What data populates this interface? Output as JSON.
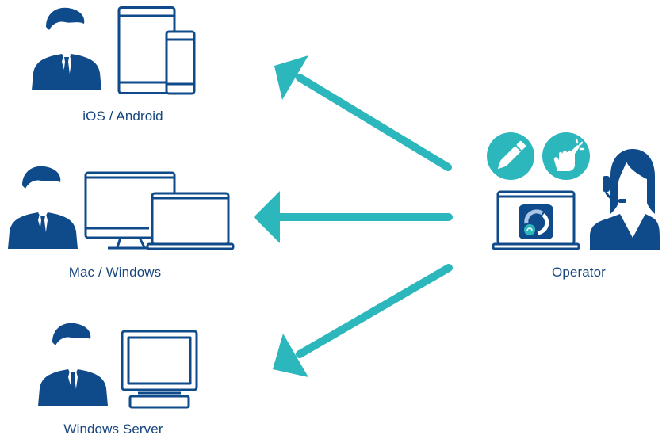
{
  "colors": {
    "navy": "#0f4a8a",
    "teal": "#2cb7bd",
    "label": "#17467f",
    "white": "#ffffff"
  },
  "clients": [
    {
      "id": "mobile",
      "label": "iOS / Android",
      "device_icon": "tablet-and-phone-icon",
      "person_icon": "businessman-icon"
    },
    {
      "id": "desktop",
      "label": "Mac / Windows",
      "device_icon": "monitor-and-laptop-icon",
      "person_icon": "businessman-icon"
    },
    {
      "id": "server",
      "label": "Windows Server",
      "device_icon": "desktop-computer-icon",
      "person_icon": "businesswoman-icon"
    }
  ],
  "operator": {
    "label": "Operator",
    "tools": [
      {
        "name": "pencil-icon",
        "meaning": "annotate"
      },
      {
        "name": "tap-gesture-icon",
        "meaning": "remote-control"
      }
    ],
    "device_icon": "laptop-icon",
    "app_icon": "remote-support-app-icon",
    "person_icon": "operator-with-headset-icon"
  },
  "connections": [
    {
      "from": "operator",
      "to": "mobile",
      "direction": "up-left"
    },
    {
      "from": "operator",
      "to": "desktop",
      "direction": "left"
    },
    {
      "from": "operator",
      "to": "server",
      "direction": "down-left"
    }
  ]
}
